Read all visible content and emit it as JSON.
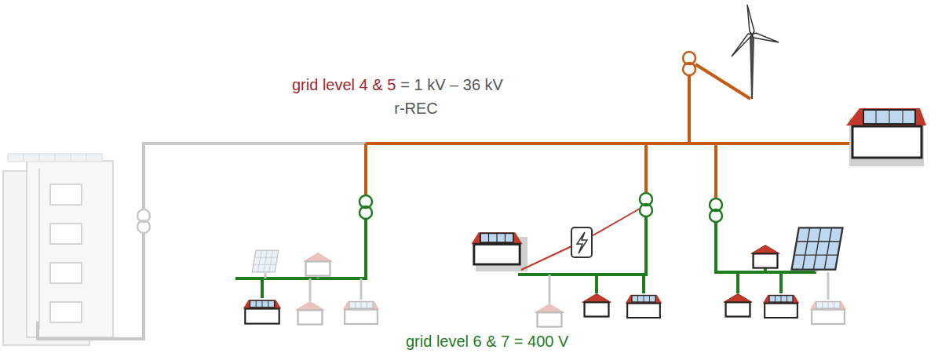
{
  "diagram": {
    "labels": [
      "grid level 4 & 5",
      "= 1 kV – 36 kV",
      "r-REC",
      "grid level 6 & 7 = 400 V"
    ]
  }
}
